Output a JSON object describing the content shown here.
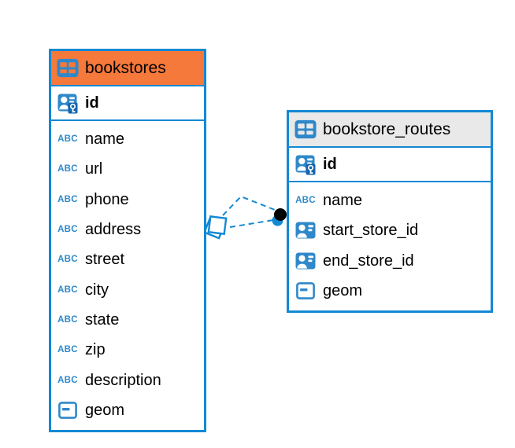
{
  "colors": {
    "accent_blue": "#1289d4",
    "icon_blue": "#2f88ca",
    "key_badge_blue": "#1566ae",
    "bookstores_header": "#f5793b",
    "bookstore_routes_header": "#e9e9e9",
    "edge_dot": "#000000",
    "text": "#000000",
    "canvas_bg": "#ffffff"
  },
  "icons": {
    "abc_label": "ABC",
    "table_icon": "table-grid-icon",
    "pk_icon": "primary-key-person-icon",
    "fk_icon": "foreign-key-person-icon",
    "geometry_icon": "geometry-type-icon"
  },
  "tables": [
    {
      "title": "bookstores",
      "header_bg": "#f5793b",
      "pk": {
        "name": "id"
      },
      "columns": [
        {
          "name": "name",
          "type": "text"
        },
        {
          "name": "url",
          "type": "text"
        },
        {
          "name": "phone",
          "type": "text"
        },
        {
          "name": "address",
          "type": "text"
        },
        {
          "name": "street",
          "type": "text"
        },
        {
          "name": "city",
          "type": "text"
        },
        {
          "name": "state",
          "type": "text"
        },
        {
          "name": "zip",
          "type": "text"
        },
        {
          "name": "description",
          "type": "text"
        },
        {
          "name": "geom",
          "type": "geometry"
        }
      ]
    },
    {
      "title": "bookstore_routes",
      "header_bg": "#e9e9e9",
      "pk": {
        "name": "id"
      },
      "columns": [
        {
          "name": "name",
          "type": "text"
        },
        {
          "name": "start_store_id",
          "type": "fk"
        },
        {
          "name": "end_store_id",
          "type": "fk"
        },
        {
          "name": "geom",
          "type": "geometry"
        }
      ]
    }
  ],
  "relationship": {
    "from_table": "bookstores",
    "to_table": "bookstore_routes",
    "line_style": "dashed",
    "edge_count": 2
  }
}
